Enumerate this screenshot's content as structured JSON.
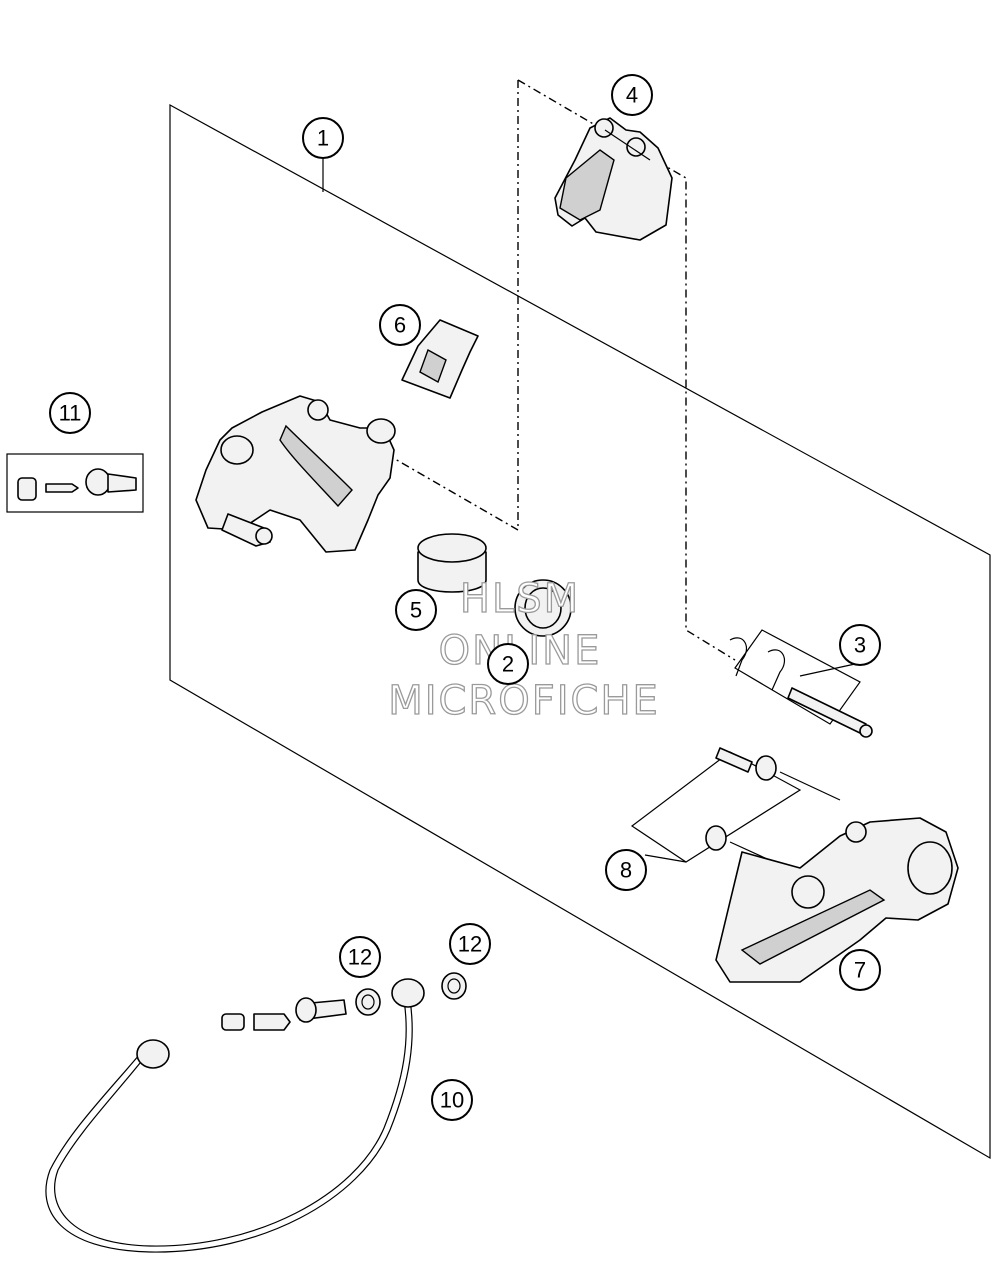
{
  "callouts": [
    {
      "id": "1",
      "label": "1"
    },
    {
      "id": "2",
      "label": "2"
    },
    {
      "id": "3",
      "label": "3"
    },
    {
      "id": "4",
      "label": "4"
    },
    {
      "id": "5",
      "label": "5"
    },
    {
      "id": "6",
      "label": "6"
    },
    {
      "id": "7",
      "label": "7"
    },
    {
      "id": "8",
      "label": "8"
    },
    {
      "id": "10",
      "label": "10"
    },
    {
      "id": "11",
      "label": "11"
    },
    {
      "id": "12a",
      "label": "12"
    },
    {
      "id": "12b",
      "label": "12"
    }
  ],
  "watermark": {
    "line1": "HLSM",
    "line2": "ONLINE",
    "line3": "MICROFICHE"
  }
}
